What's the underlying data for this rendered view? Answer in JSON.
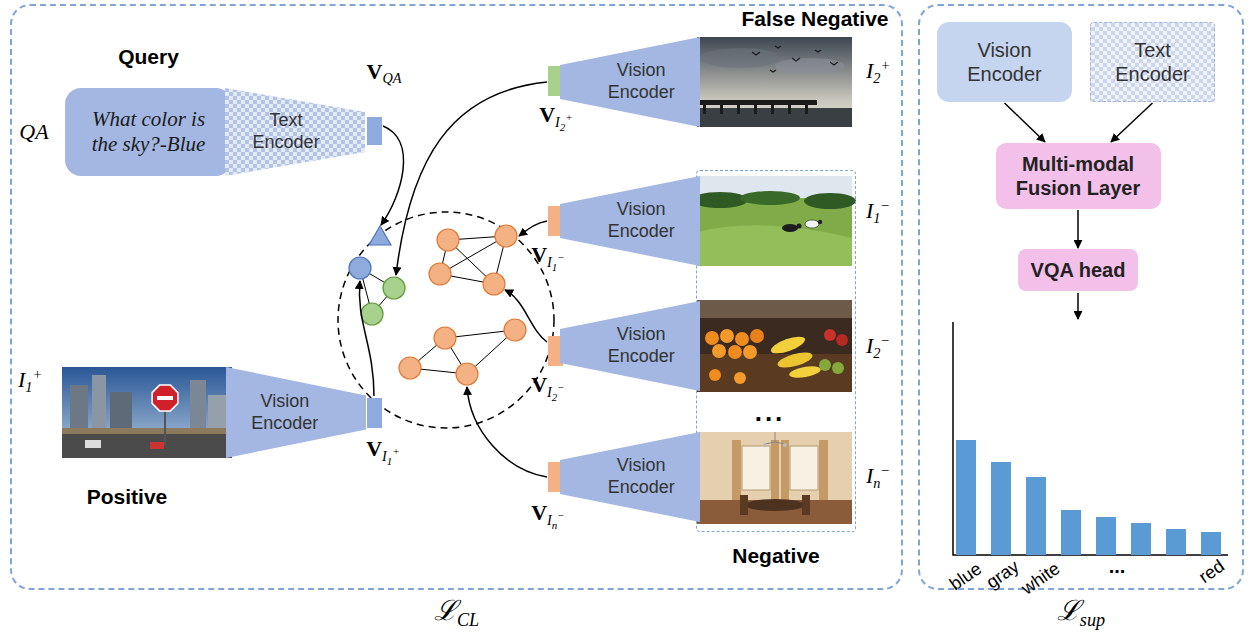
{
  "diagram": {
    "nodes": [
      {
        "text": [
          "ℒCL"
        ]
      },
      {
        "text": [
          "Query",
          "What color is the sky?-Blue"
        ],
        "in": 0
      },
      {
        "text": [
          "Text Encoder"
        ],
        "in": 0
      },
      {
        "text": [
          "Vision Encoder"
        ],
        "in": 0
      },
      {
        "text": [
          "Vision Encoder"
        ],
        "in": 0
      },
      {
        "text": [
          "Negative"
        ],
        "in": 0
      },
      {
        "text": [
          "Vision Encoder"
        ],
        "in": 0
      },
      {
        "text": [
          "Vision Encoder"
        ],
        "in": 0
      },
      {
        "text": [
          "Vision Encoder"
        ],
        "in": 0
      },
      {
        "text": [
          "ℒsup"
        ]
      },
      {
        "text": [
          "Vision Encoder"
        ],
        "in": 9
      },
      {
        "text": [
          "Text Encoder"
        ],
        "in": 9
      },
      {
        "text": [
          "Multi-modal Fusion Layer"
        ],
        "in": 9
      },
      {
        "text": [
          "VQA head"
        ],
        "in": 9
      }
    ],
    "edges": [
      {
        "from": 10,
        "to": 12,
        "arrow": "to"
      },
      {
        "from": 11,
        "to": 12,
        "arrow": "to"
      },
      {
        "from": 12,
        "to": 13,
        "arrow": "to"
      }
    ],
    "labels": [
      "QA",
      "VQA",
      "I1+",
      "Positive",
      "VI1+",
      "False Negative",
      "I2+",
      "VI2+",
      "I1−",
      "VI1−",
      "I2−",
      "VI2−",
      "...",
      "In−",
      "VIn−",
      "blue",
      "gray",
      "white",
      "...",
      "red"
    ]
  }
}
